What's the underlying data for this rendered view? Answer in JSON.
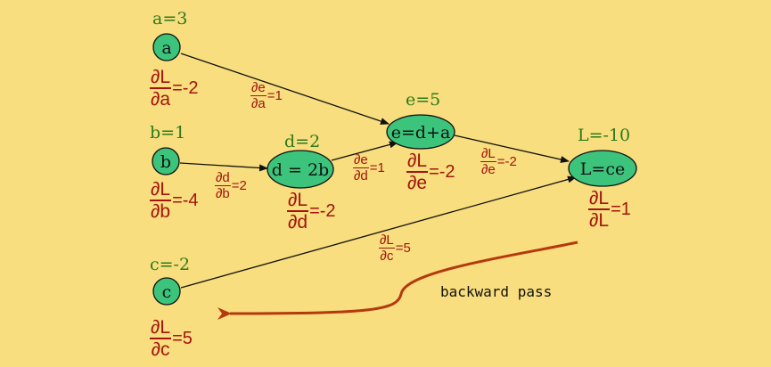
{
  "values": {
    "a": "a=3",
    "b": "b=1",
    "c": "c=-2",
    "d": "d=2",
    "e": "e=5",
    "L": "L=-10"
  },
  "nodes": {
    "a": "a",
    "b": "b",
    "c": "c",
    "d": "d = 2b",
    "e": "e=d+a",
    "L": "L=ce"
  },
  "gradients": {
    "dL_da": {
      "num": "∂L",
      "den": "∂a",
      "value": "=-2"
    },
    "dL_db": {
      "num": "∂L",
      "den": "∂b",
      "value": "=-4"
    },
    "dL_dc": {
      "num": "∂L",
      "den": "∂c",
      "value": "=5"
    },
    "dL_dd": {
      "num": "∂L",
      "den": "∂d",
      "value": "=-2"
    },
    "dL_de": {
      "num": "∂L",
      "den": "∂e",
      "value": "=-2"
    },
    "dL_dL": {
      "num": "∂L",
      "den": "∂L",
      "value": "=1"
    }
  },
  "edge_gradients": {
    "de_da": {
      "num": "∂e",
      "den": "∂a",
      "value": "=1"
    },
    "dd_db": {
      "num": "∂d",
      "den": "∂b",
      "value": "=2"
    },
    "de_dd": {
      "num": "∂e",
      "den": "∂d",
      "value": "=1"
    },
    "dL_de": {
      "num": "∂L",
      "den": "∂e",
      "value": "=-2"
    },
    "dL_dc": {
      "num": "∂L",
      "den": "∂c",
      "value": "=5"
    }
  },
  "annotation": "backward pass",
  "colors": {
    "background": "#f8de7e",
    "node_fill": "#3cc47c",
    "value_text": "#2b7a1c",
    "gradient_text": "#a3140f",
    "arrow": "#b5380f"
  }
}
